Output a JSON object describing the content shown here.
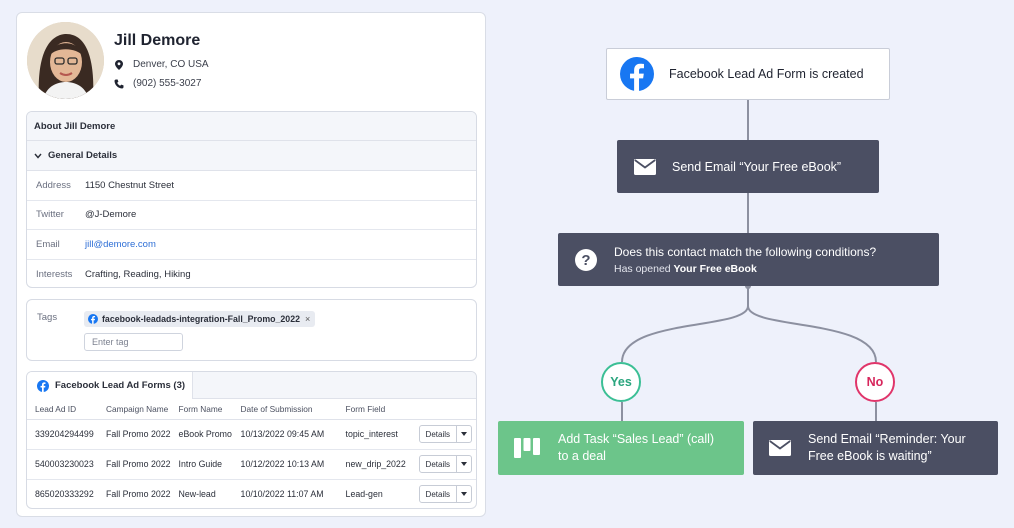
{
  "contact": {
    "name": "Jill Demore",
    "location": "Denver, CO USA",
    "phone": "(902) 555-3027"
  },
  "about": {
    "title": "About Jill Demore",
    "section": "General Details",
    "fields": [
      {
        "label": "Address",
        "value": "1150 Chestnut Street"
      },
      {
        "label": "Twitter",
        "value": "@J-Demore"
      },
      {
        "label": "Email",
        "value": "jill@demore.com"
      },
      {
        "label": "Interests",
        "value": "Crafting, Reading, Hiking"
      }
    ]
  },
  "tags": {
    "label": "Tags",
    "items": [
      {
        "text": "facebook-leadads-integration-Fall_Promo_2022",
        "remove": "×"
      }
    ],
    "input_placeholder": "Enter tag"
  },
  "lead_forms": {
    "tab": "Facebook Lead Ad Forms (3)",
    "columns": [
      "Lead Ad ID",
      "Campaign Name",
      "Form Name",
      "Date of Submission",
      "Form Field"
    ],
    "rows": [
      {
        "id": "339204294499",
        "campaign": "Fall Promo 2022",
        "form": "eBook Promo",
        "date": "10/13/2022 09:45 AM",
        "field": "topic_interest",
        "action": "Details"
      },
      {
        "id": "540003230023",
        "campaign": "Fall Promo 2022",
        "form": "Intro Guide",
        "date": "10/12/2022 10:13 AM",
        "field": "new_drip_2022",
        "action": "Details"
      },
      {
        "id": "865020333292",
        "campaign": "Fall Promo 2022",
        "form": "New-lead",
        "date": "10/10/2022 11:07 AM",
        "field": "Lead-gen",
        "action": "Details"
      }
    ]
  },
  "flow": {
    "trigger": "Facebook Lead Ad Form is created",
    "email1": "Send Email “Your Free eBook”",
    "condition": {
      "title": "Does this contact match the following conditions?",
      "sub_prefix": "Has opened ",
      "sub_bold": "Your Free eBook"
    },
    "yes": "Yes",
    "no": "No",
    "task": {
      "line1": "Add Task “Sales Lead” (call)",
      "line2": "to a deal"
    },
    "email2": {
      "line1": "Send Email “Reminder: Your",
      "line2": "Free eBook is waiting”"
    }
  },
  "colors": {
    "facebook": "#1877f2",
    "dark_node": "#4b4f63",
    "task_node": "#6cc58a",
    "yes": "#3bbf95",
    "no": "#e0356a",
    "link": "#2e6fd6"
  },
  "icons": [
    "location-pin-icon",
    "phone-icon",
    "chevron-down-icon",
    "facebook-icon",
    "envelope-icon",
    "question-icon",
    "kanban-task-icon",
    "caret-down-icon"
  ]
}
